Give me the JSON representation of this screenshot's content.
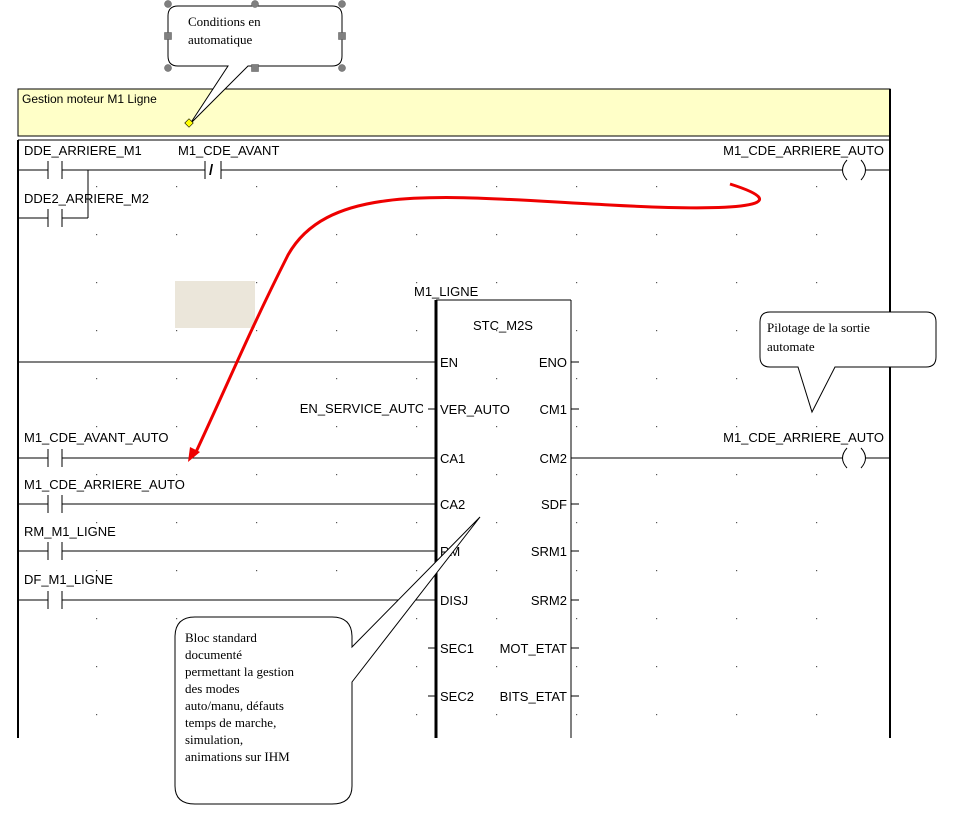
{
  "section": {
    "title": "Gestion moteur  M1 Ligne",
    "header_color": "#ffffc8"
  },
  "rungs": {
    "contacts": {
      "c1": "DDE_ARRIERE_M1",
      "c2": "M1_CDE_AVANT",
      "c3": "DDE2_ARRIERE_M2",
      "c4": "M1_CDE_AVANT_AUTO",
      "c5": "M1_CDE_ARRIERE_AUTO",
      "c6": "RM_M1_LIGNE",
      "c7": "DF_M1_LIGNE"
    },
    "coils": {
      "coil1": "M1_CDE_ARRIERE_AUTO",
      "coil2": "M1_CDE_ARRIERE_AUTO"
    },
    "negation_symbol": "/"
  },
  "block": {
    "instance": "M1_LIGNE",
    "type": "STC_M2S",
    "left_pins": [
      "EN",
      "VER_AUTO",
      "CA1",
      "CA2",
      "RM",
      "DISJ",
      "SEC1",
      "SEC2"
    ],
    "right_pins": [
      "ENO",
      "CM1",
      "CM2",
      "SDF",
      "SRM1",
      "SRM2",
      "MOT_ETAT",
      "BITS_ETAT"
    ],
    "input_var": "EN_SERVICE_AUTO"
  },
  "callouts": {
    "conditions": [
      "Conditions en",
      "automatique"
    ],
    "pilotage": [
      "Pilotage de la sortie",
      "automate"
    ],
    "bloc": [
      "Bloc standard",
      "documenté",
      "permettant la gestion",
      "des modes",
      "auto/manu, défauts",
      "temps de marche,",
      "simulation,",
      "animations sur IHM"
    ]
  },
  "colors": {
    "arrow": "#ee0000",
    "placeholder": "#ebe6da",
    "handles": "#808080",
    "anchor": "#ffff00"
  }
}
